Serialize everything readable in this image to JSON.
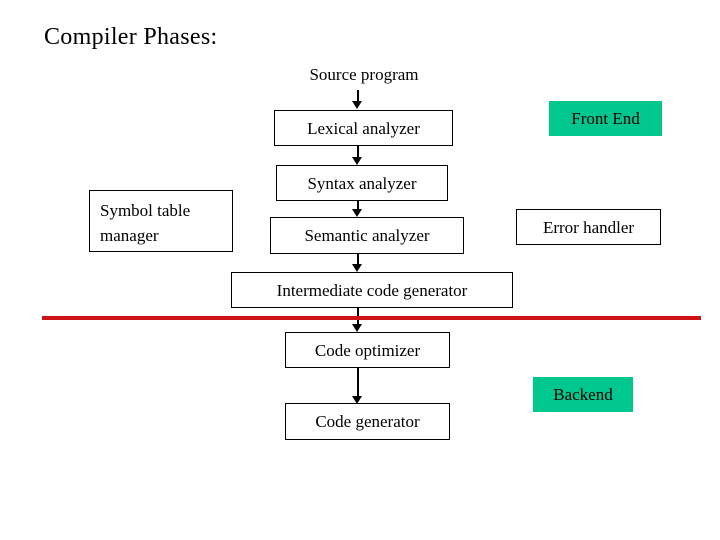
{
  "slide": {
    "title": "Compiler Phases:",
    "background_color": "#FFFFFF"
  },
  "colors": {
    "box_border": "#000000",
    "box_fill": "#FFFFFF",
    "highlight_fill": "#00C78E",
    "divider_red": "#CC1414",
    "text": "#000000"
  },
  "pipeline": {
    "label": "compiler-phase-pipeline",
    "nodes": [
      {
        "id": "source-program",
        "label": "Source program",
        "style": "plain"
      },
      {
        "id": "lexical-analyzer",
        "label": "Lexical analyzer",
        "style": "boxed"
      },
      {
        "id": "syntax-analyzer",
        "label": "Syntax analyzer",
        "style": "boxed"
      },
      {
        "id": "semantic-analyzer",
        "label": "Semantic analyzer",
        "style": "boxed"
      },
      {
        "id": "intermediate-code-generator",
        "label": "Intermediate code generator",
        "style": "boxed"
      },
      {
        "id": "code-optimizer",
        "label": "Code optimizer",
        "style": "boxed"
      },
      {
        "id": "code-generator",
        "label": "Code generator",
        "style": "boxed"
      }
    ],
    "arrows": [
      {
        "id": "arrow-source-to-lexical",
        "from": "source-program",
        "to": "lexical-analyzer"
      },
      {
        "id": "arrow-lexical-to-syntax",
        "from": "lexical-analyzer",
        "to": "syntax-analyzer"
      },
      {
        "id": "arrow-syntax-to-semantic",
        "from": "syntax-analyzer",
        "to": "semantic-analyzer"
      },
      {
        "id": "arrow-semantic-to-intermediate",
        "from": "semantic-analyzer",
        "to": "intermediate-code-generator"
      },
      {
        "id": "arrow-intermediate-to-optimizer",
        "from": "intermediate-code-generator",
        "to": "code-optimizer"
      },
      {
        "id": "arrow-optimizer-to-generator",
        "from": "code-optimizer",
        "to": "code-generator"
      }
    ]
  },
  "side_nodes": {
    "symbol_table_manager": {
      "id": "symbol-table-manager",
      "line1": "Symbol table",
      "line2": "manager",
      "style": "boxed"
    },
    "error_handler": {
      "id": "error-handler",
      "label": "Error handler",
      "style": "boxed"
    },
    "front_end": {
      "id": "front-end",
      "label": "Front End",
      "style": "highlight"
    },
    "backend": {
      "id": "backend",
      "label": "Backend",
      "style": "highlight"
    }
  },
  "divider": {
    "id": "front-back-divider",
    "color": "#CC1414",
    "orientation": "horizontal"
  }
}
